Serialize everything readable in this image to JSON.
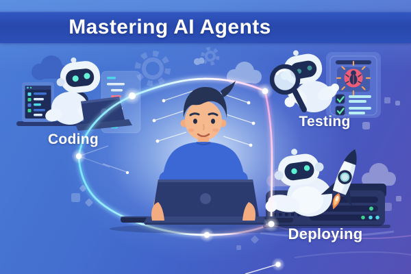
{
  "banner": {
    "title": "Mastering AI Agents"
  },
  "sections": {
    "coding": {
      "label": "Coding"
    },
    "testing": {
      "label": "Testing"
    },
    "deploying": {
      "label": "Deploying"
    }
  },
  "icons": [
    "robot-icon",
    "laptop-icon",
    "code-editor-icon",
    "monitor-icon",
    "magnifying-glass-icon",
    "bug-icon",
    "checklist-icon",
    "rocket-icon",
    "server-icon",
    "gear-icon",
    "cloud-icon",
    "orbit-path",
    "glow-node",
    "constellation-dots",
    "developer-figure"
  ],
  "colors": {
    "background_top": "#4b7dd8",
    "background_bottom_left": "#3c55c0",
    "background_bottom_right": "#5650b4",
    "banner_blue": "#2848ac",
    "title_text": "#ffffff",
    "label_text": "#ffffff",
    "robot_body": "#ecf4fc",
    "robot_visor": "#1d2c55",
    "robot_eyes": "#63f0d2",
    "orbit_cyan": "#7ae6ff",
    "orbit_pink": "#ee97dd",
    "bug_red": "#ee5d77",
    "check_green": "#5fe8a8",
    "code_cyan": "#4fd8e8",
    "code_red": "#f4798c",
    "code_green": "#3bd38c",
    "shirt_blue": "#3c68d6",
    "skin": "#f3ab80",
    "laptop_navy": "#2b3b70",
    "server_navy": "#2a3768"
  }
}
